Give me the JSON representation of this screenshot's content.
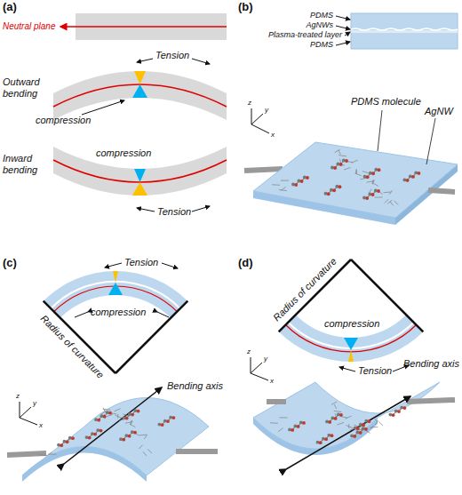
{
  "diagram": {
    "labels": [
      "(a)",
      "Neutral plane",
      "Tension",
      "compression",
      "Outward bending",
      "compression",
      "Tension",
      "Inward bending",
      "(b)",
      "PDMS",
      "AgNWs",
      "Plasma-treated layer",
      "PDMS",
      "PDMS molecule",
      "AgNW",
      "z",
      "y",
      "x",
      "(c)",
      "Tension",
      "compression",
      "Radius of curvature",
      "z",
      "y",
      "x",
      "Bending axis",
      "(d)",
      "Radius of curvature",
      "compression",
      "Tension",
      "z",
      "y",
      "x",
      "Bending axis"
    ]
  }
}
